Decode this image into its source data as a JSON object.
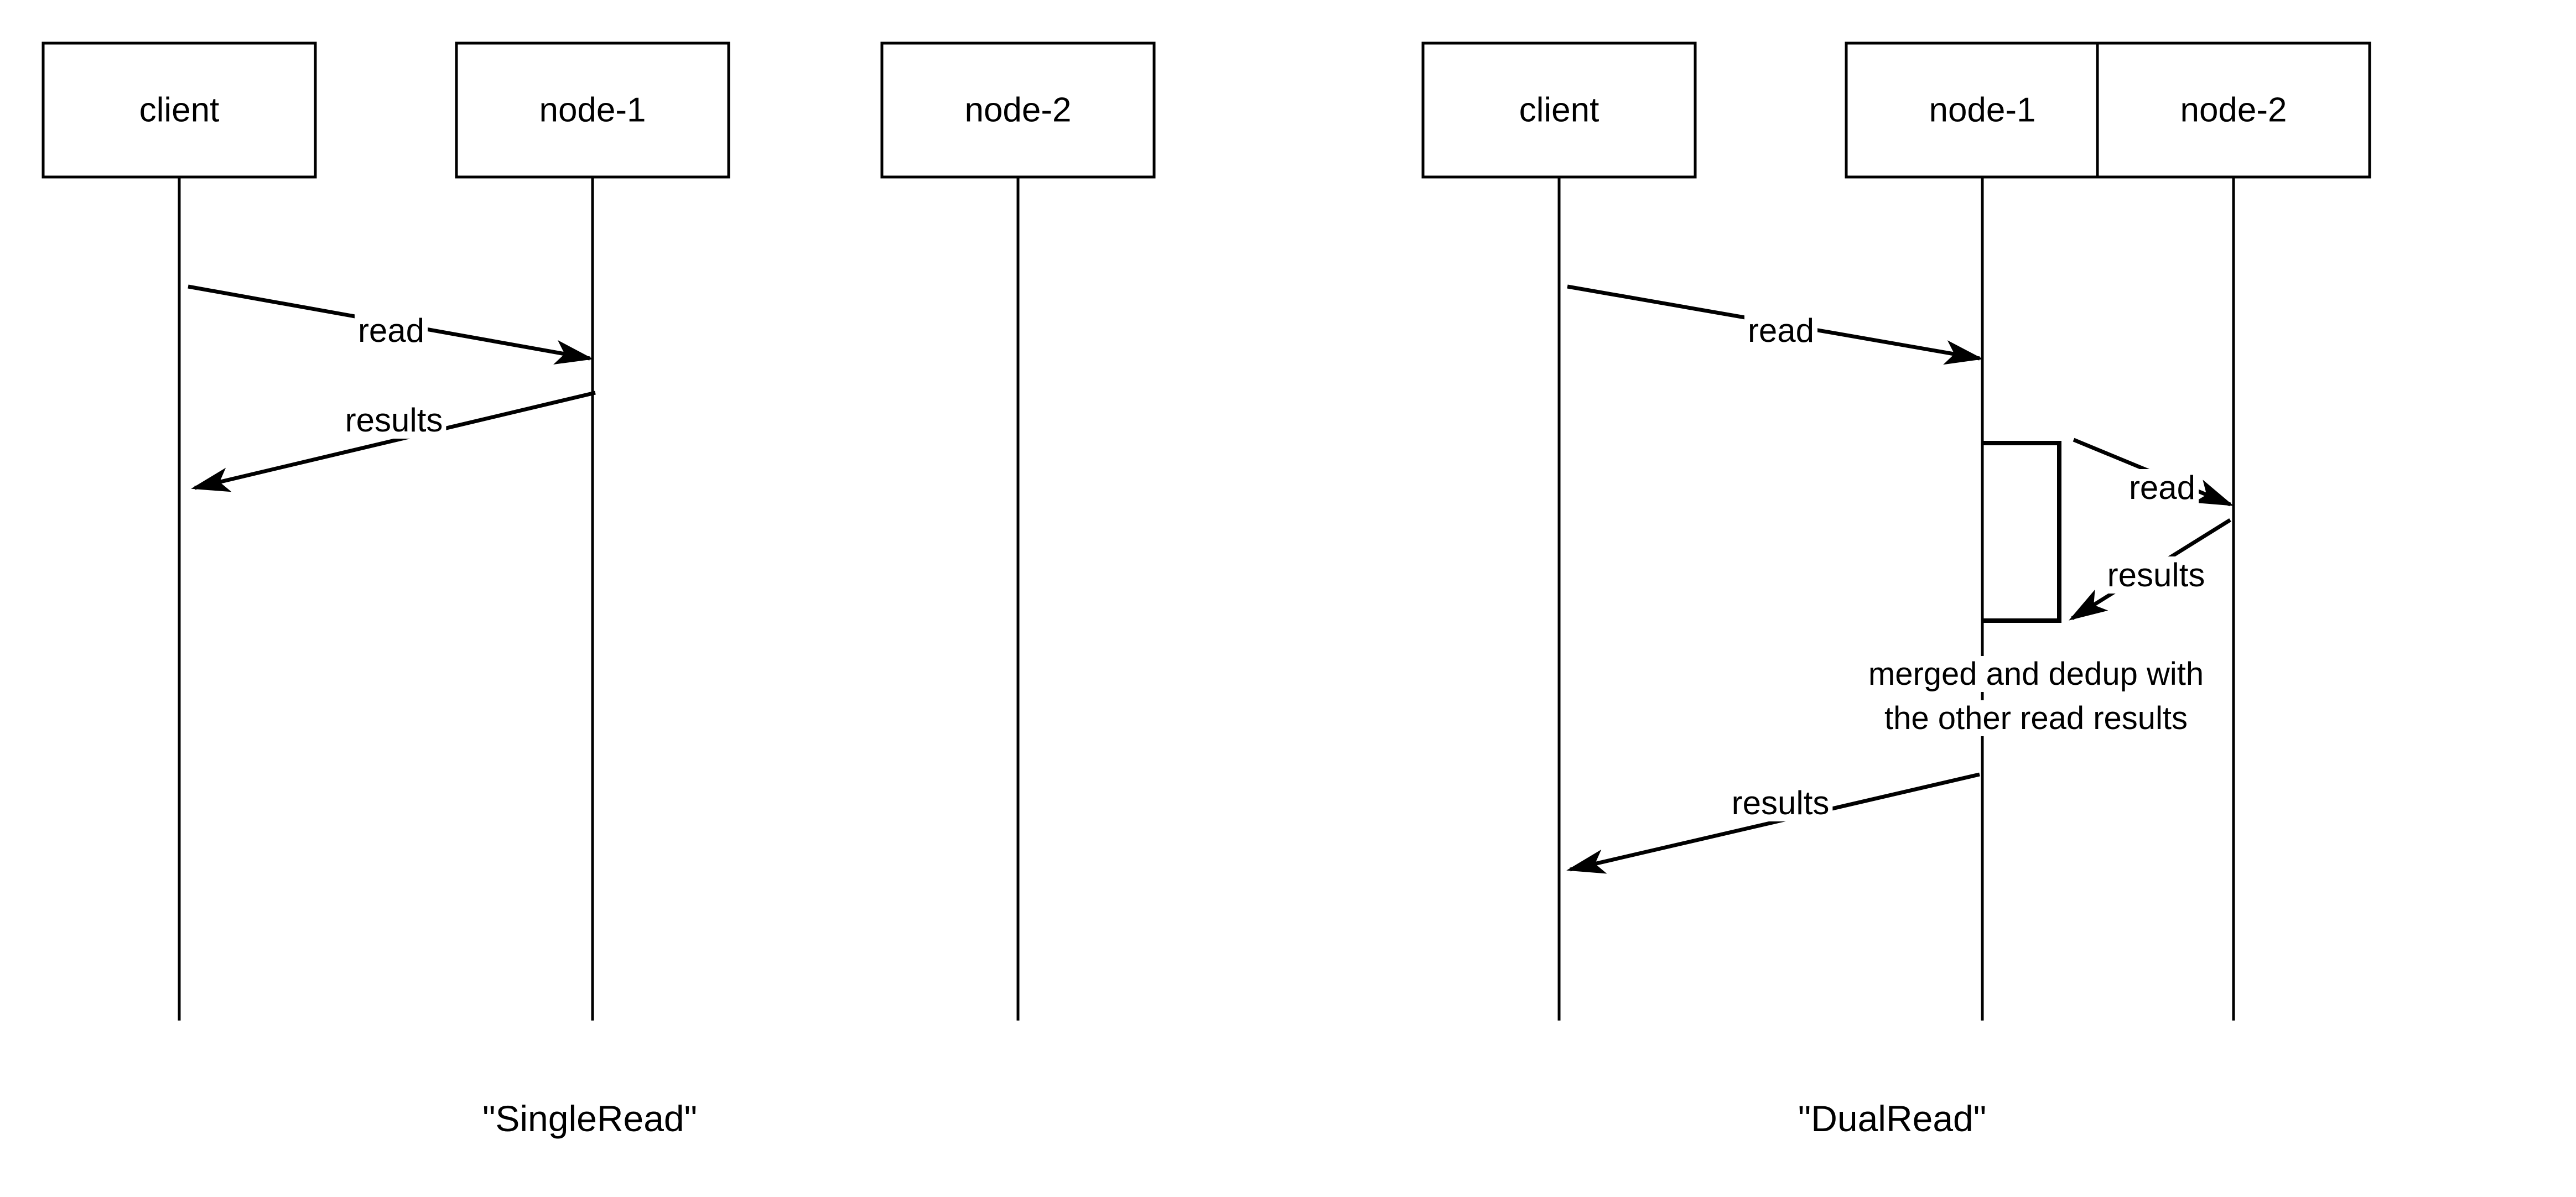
{
  "diagram": {
    "type": "uml-sequence-diagram",
    "background_color": "#ffffff",
    "stroke_color": "#000000",
    "panels": [
      {
        "id": "single-read",
        "caption": "\"SingleRead\"",
        "participants": [
          {
            "id": "client",
            "label": "client"
          },
          {
            "id": "node-1",
            "label": "node-1"
          },
          {
            "id": "node-2",
            "label": "node-2"
          }
        ],
        "messages": [
          {
            "id": "m1",
            "label": "read",
            "from": "client",
            "to": "node-1",
            "direction": "right"
          },
          {
            "id": "m2",
            "label": "results",
            "from": "node-1",
            "to": "client",
            "direction": "left"
          }
        ],
        "notes": [],
        "activations": []
      },
      {
        "id": "dual-read",
        "caption": "\"DualRead\"",
        "participants": [
          {
            "id": "client",
            "label": "client"
          },
          {
            "id": "node-1",
            "label": "node-1"
          },
          {
            "id": "node-2",
            "label": "node-2"
          }
        ],
        "messages": [
          {
            "id": "m1",
            "label": "read",
            "from": "client",
            "to": "node-1",
            "direction": "right"
          },
          {
            "id": "m2",
            "label": "read",
            "from": "node-1",
            "to": "node-2",
            "direction": "right"
          },
          {
            "id": "m3",
            "label": "results",
            "from": "node-2",
            "to": "node-1",
            "direction": "left"
          },
          {
            "id": "m4",
            "label": "results",
            "from": "node-1",
            "to": "client",
            "direction": "left"
          }
        ],
        "notes": [
          {
            "id": "n1",
            "line1": "merged and dedup with",
            "line2": "the other read results",
            "on": "node-1"
          }
        ],
        "activations": [
          {
            "id": "a1",
            "on": "node-1"
          }
        ]
      }
    ]
  }
}
